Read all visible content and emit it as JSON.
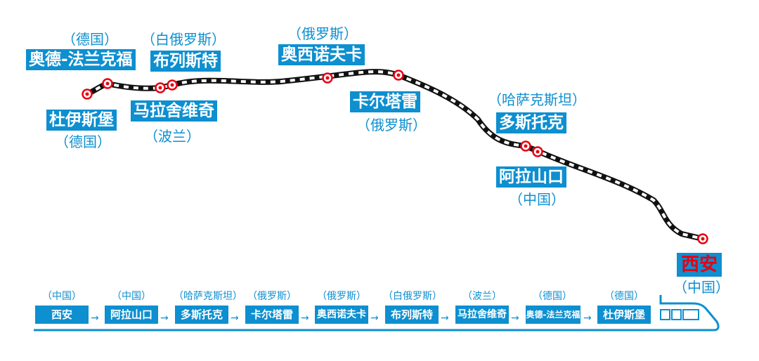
{
  "map": {
    "stations": [
      {
        "id": "duisburg",
        "name": "杜伊斯堡",
        "country": "（德国）"
      },
      {
        "id": "frankfurt",
        "name": "奥德-法兰克福",
        "country": "（德国）"
      },
      {
        "id": "malaszewicze",
        "name": "马拉舍维奇",
        "country": "（波兰）"
      },
      {
        "id": "brest",
        "name": "布列斯特",
        "country": "（白俄罗斯）"
      },
      {
        "id": "moscow",
        "name": "奥西诺夫卡",
        "country": "（俄罗斯）"
      },
      {
        "id": "kartaly",
        "name": "卡尔塔雷",
        "country": "（俄罗斯）"
      },
      {
        "id": "dostyk",
        "name": "多斯托克",
        "country": "（哈萨克斯坦）"
      },
      {
        "id": "alashankou",
        "name": "阿拉山口",
        "country": "（中国）"
      },
      {
        "id": "xian",
        "name": "西安",
        "country": "（中国）"
      }
    ],
    "origin_color": "#e60012",
    "label_color": "#0d8fd0"
  },
  "route_bar": {
    "stops": [
      {
        "name": "西安",
        "country": "（中国）"
      },
      {
        "name": "阿拉山口",
        "country": "（中国）"
      },
      {
        "name": "多斯托克",
        "country": "（哈萨克斯坦）"
      },
      {
        "name": "卡尔塔雷",
        "country": "（俄罗斯）"
      },
      {
        "name": "奥西诺夫卡",
        "country": "（俄罗斯）"
      },
      {
        "name": "布列斯特",
        "country": "（白俄罗斯）"
      },
      {
        "name": "马拉舍维奇",
        "country": "（波兰）"
      },
      {
        "name": "奥德-法兰克福",
        "country": "（德国）"
      },
      {
        "name": "杜伊斯堡",
        "country": "（德国）"
      }
    ],
    "arrow": "→"
  }
}
